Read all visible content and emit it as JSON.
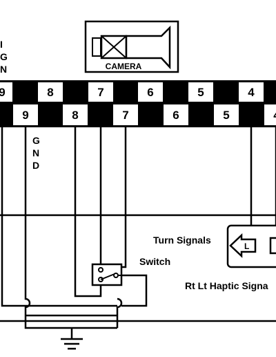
{
  "camera": {
    "label": "CAMERA"
  },
  "partial_left_letters": [
    "I",
    "G",
    "N"
  ],
  "top_row_pins": [
    "9",
    "8",
    "7",
    "6",
    "5",
    "4"
  ],
  "bottom_row_pins": [
    "9",
    "8",
    "7",
    "6",
    "5",
    "4"
  ],
  "gnd_letters": [
    "G",
    "N",
    "D"
  ],
  "labels": {
    "turn_signals": "Turn Signals",
    "switch": "Switch",
    "haptic": "Rt Lt Haptic Signa",
    "turn_left_letter": "L"
  }
}
